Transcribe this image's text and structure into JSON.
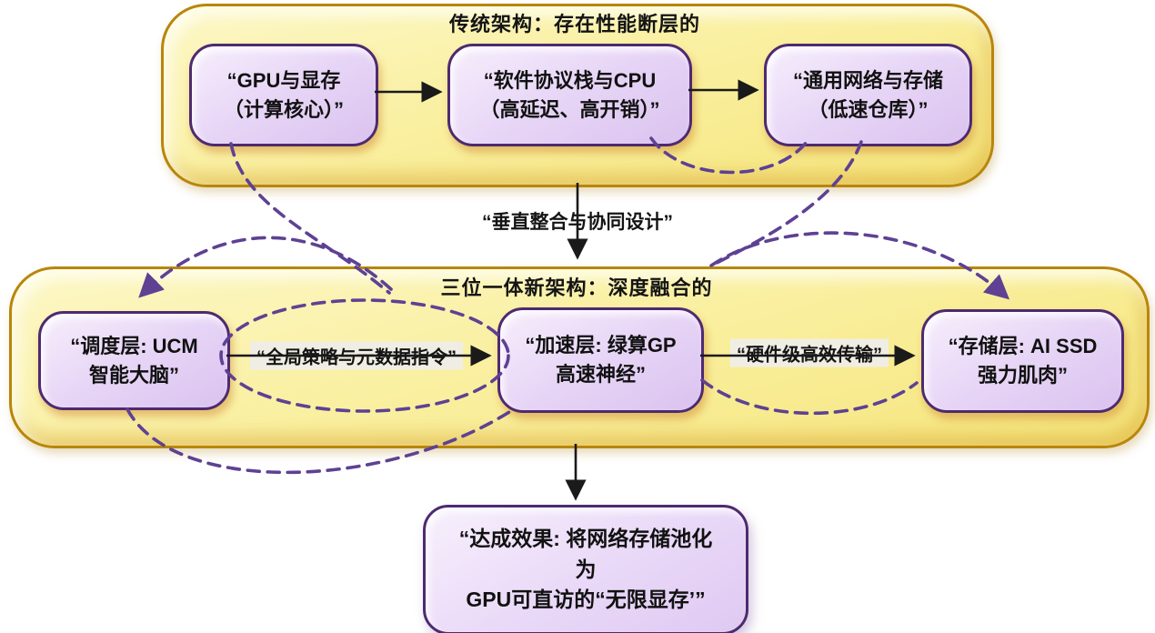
{
  "diagram": {
    "top_section": {
      "title": "传统架构：存在性能断层的",
      "boxes": [
        {
          "line1": "“GPU与显存",
          "line2": "（计算核心）”"
        },
        {
          "line1": "“软件协议栈与CPU",
          "line2": "（高延迟、高开销）”"
        },
        {
          "line1": "“通用网络与存储",
          "line2": "（低速仓库）”"
        }
      ]
    },
    "transition_label": "“垂直整合与协同设计”",
    "bottom_section": {
      "title": "三位一体新架构：深度融合的",
      "boxes": [
        {
          "line1": "“调度层: UCM",
          "line2": "智能大脑”"
        },
        {
          "line1": "“加速层: 绿算GP",
          "line2": "高速神经”"
        },
        {
          "line1": "“存储层: AI SSD",
          "line2": "强力肌肉”"
        }
      ],
      "edge_labels": [
        "“全局策略与元数据指令”",
        "“硬件级高效传输”"
      ]
    },
    "result_box": {
      "line1": "“达成效果: 将网络存储池化",
      "line2": "为",
      "line3": "GPU可直访的“无限显存’”"
    },
    "colors": {
      "container_fill": "#FAF0A2",
      "container_border": "#B8860B",
      "node_fill": "#E7D5F6",
      "node_border": "#4E2A70",
      "dashed_curve": "#5E4193",
      "solid_arrow": "#1A1A1A",
      "edge_label_bg": "#F0EEE4"
    }
  }
}
